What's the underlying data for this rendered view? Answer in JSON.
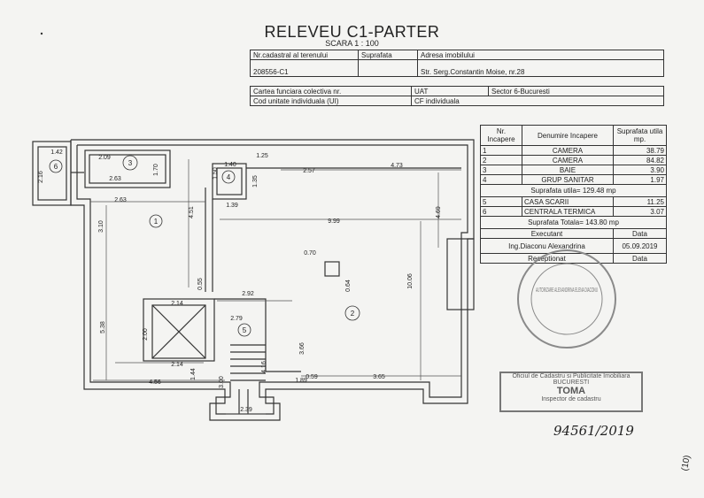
{
  "title": "RELEVEU C1-PARTER",
  "scale": "SCARA 1 : 100",
  "header": {
    "nr_cadastral_label": "Nr.cadastral al terenului",
    "suprafata_label": "Suprafata",
    "adresa_label": "Adresa imobilului",
    "nr_cadastral_value": "208556-C1",
    "adresa_value": "Str. Serg.Constantin Moise, nr.28",
    "carte_label": "Cartea funciara colectiva nr.",
    "uat_label": "UAT",
    "uat_value": "Sector 6-Bucuresti",
    "cod_label": "Cod unitate individuala (UI)",
    "cf_label": "CF individuala"
  },
  "rooms_table": {
    "headers": [
      "Nr. Incapere",
      "Denumire Incapere",
      "Suprafata utila mp."
    ],
    "rows": [
      {
        "nr": "1",
        "name": "CAMERA",
        "area": "38.79"
      },
      {
        "nr": "2",
        "name": "CAMERA",
        "area": "84.82"
      },
      {
        "nr": "3",
        "name": "BAIE",
        "area": "3.90"
      },
      {
        "nr": "4",
        "name": "GRUP SANITAR",
        "area": "1.97"
      }
    ],
    "util_total": "Suprafata utila= 129.48 mp",
    "rows2": [
      {
        "nr": "5",
        "name": "CASA SCARII",
        "area": "11.25"
      },
      {
        "nr": "6",
        "name": "CENTRALA TERMICA",
        "area": "3.07"
      }
    ],
    "total": "Suprafata Totala= 143.80 mp",
    "executant_label": "Executant",
    "data_label": "Data",
    "executant_value": "Ing.Diaconu Alexandrina",
    "date_value": "05.09.2019",
    "receptionat_label": "Receptionat",
    "data2_label": "Data"
  },
  "stamp_office": {
    "line1": "Oficiul de Cadastru si Publicitate Imobiliara",
    "line2": "BUCURESTI",
    "line3": "TOMA",
    "line4": "Inspector de cadastru"
  },
  "stamp_round": "AUTORIZARE ALEXANDRINA ELENA DIACONU",
  "handwritten": "94561/2019",
  "page_number": "(10)",
  "plan": {
    "room_labels": [
      "1",
      "2",
      "3",
      "4",
      "5",
      "6"
    ],
    "dims": [
      "1.42",
      "2.16",
      "2.09",
      "2.63",
      "1.70",
      "1.40",
      "1.25",
      "1.50",
      "1.35",
      "2.57",
      "4.73",
      "1.39",
      "2.63",
      "3.10",
      "4.51",
      "9.99",
      "4.69",
      "0.70",
      "0.64",
      "10.06",
      "0.55",
      "2.92",
      "2.14",
      "2.79",
      "2.00",
      "5.38",
      "3.66",
      "2.14",
      "1.44",
      "4.56",
      "3.00",
      "4.16",
      "1.89",
      "0.59",
      "3.65",
      "2.39"
    ]
  }
}
